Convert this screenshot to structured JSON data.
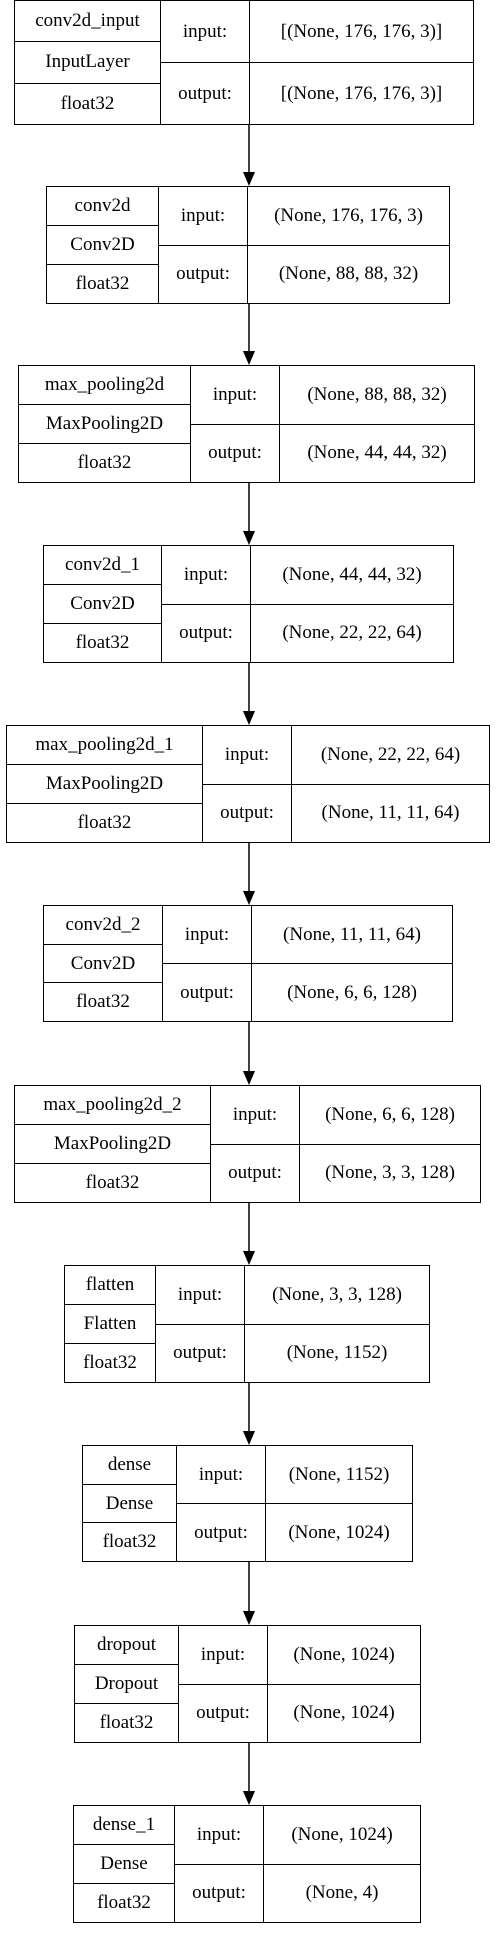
{
  "io_labels": {
    "input": "input:",
    "output": "output:"
  },
  "layers": [
    {
      "name": "conv2d_input",
      "type": "InputLayer",
      "dtype": "float32",
      "input_shape": "[(None, 176, 176, 3)]",
      "output_shape": "[(None, 176, 176, 3)]"
    },
    {
      "name": "conv2d",
      "type": "Conv2D",
      "dtype": "float32",
      "input_shape": "(None, 176, 176, 3)",
      "output_shape": "(None, 88, 88, 32)"
    },
    {
      "name": "max_pooling2d",
      "type": "MaxPooling2D",
      "dtype": "float32",
      "input_shape": "(None, 88, 88, 32)",
      "output_shape": "(None, 44, 44, 32)"
    },
    {
      "name": "conv2d_1",
      "type": "Conv2D",
      "dtype": "float32",
      "input_shape": "(None, 44, 44, 32)",
      "output_shape": "(None, 22, 22, 64)"
    },
    {
      "name": "max_pooling2d_1",
      "type": "MaxPooling2D",
      "dtype": "float32",
      "input_shape": "(None, 22, 22, 64)",
      "output_shape": "(None, 11, 11, 64)"
    },
    {
      "name": "conv2d_2",
      "type": "Conv2D",
      "dtype": "float32",
      "input_shape": "(None, 11, 11, 64)",
      "output_shape": "(None, 6, 6, 128)"
    },
    {
      "name": "max_pooling2d_2",
      "type": "MaxPooling2D",
      "dtype": "float32",
      "input_shape": "(None, 6, 6, 128)",
      "output_shape": "(None, 3, 3, 128)"
    },
    {
      "name": "flatten",
      "type": "Flatten",
      "dtype": "float32",
      "input_shape": "(None, 3, 3, 128)",
      "output_shape": "(None, 1152)"
    },
    {
      "name": "dense",
      "type": "Dense",
      "dtype": "float32",
      "input_shape": "(None, 1152)",
      "output_shape": "(None, 1024)"
    },
    {
      "name": "dropout",
      "type": "Dropout",
      "dtype": "float32",
      "input_shape": "(None, 1024)",
      "output_shape": "(None, 1024)"
    },
    {
      "name": "dense_1",
      "type": "Dense",
      "dtype": "float32",
      "input_shape": "(None, 1024)",
      "output_shape": "(None, 4)"
    }
  ]
}
